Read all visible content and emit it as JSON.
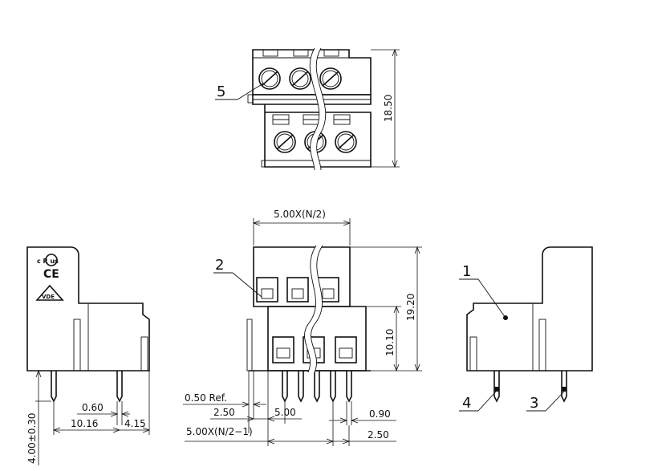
{
  "callouts": [
    "1",
    "2",
    "3",
    "4",
    "5"
  ],
  "dimensions": {
    "top_height": "18.50",
    "pitch_span": "5.00X(N/2)",
    "overall_height": "19.20",
    "lower_height": "10.10",
    "pin_offset_ref": "0.50  Ref.",
    "pitch_left": "2.50",
    "pitch": "5.00",
    "pin_width_front": "0.90",
    "span_lower": "5.00X(N/2−1)",
    "pitch_right": "2.50",
    "pin_width_side": "0.60",
    "row_spacing": "10.16",
    "pin_to_edge": "4.15",
    "pin_length": "4.00±0.30"
  },
  "marks": {
    "ul": "c  R  us",
    "ce": "CE",
    "vde": "VDE"
  },
  "colors": {
    "line": "#111111",
    "background": "#ffffff"
  }
}
